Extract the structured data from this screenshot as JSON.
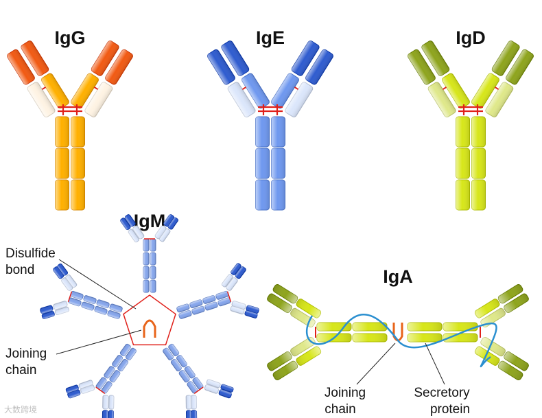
{
  "antibodies": {
    "igg": {
      "name": "IgG",
      "dark": "#f15a13",
      "light": "#fef3e3",
      "heavy": "#ffb000"
    },
    "ige": {
      "name": "IgE",
      "dark": "#2f5ccf",
      "light": "#dbe6fb",
      "heavy": "#6f98ef"
    },
    "igd": {
      "name": "IgD",
      "dark": "#8ea41d",
      "light": "#dfe88a",
      "heavy": "#d7e61a"
    },
    "igm": {
      "name": "IgM",
      "dark": "#2f5ccf",
      "light": "#dbe6fb",
      "heavy": "#86a6ec"
    },
    "iga": {
      "name": "IgA",
      "dark": "#8ea41d",
      "light": "#dfe88a",
      "heavy": "#d7e61a"
    }
  },
  "labels": {
    "disulfide_bond": [
      "Disulfide",
      "bond"
    ],
    "joining_chain_igm": [
      "Joining",
      "chain"
    ],
    "joining_chain_iga": [
      "Joining",
      "chain"
    ],
    "secretory_protein": [
      "Secretory",
      "protein"
    ]
  },
  "colors": {
    "disulfide": "#e0201a",
    "joining_chain": "#e8641a",
    "secretory": "#2a8fd0"
  },
  "watermark": "大数跨境"
}
